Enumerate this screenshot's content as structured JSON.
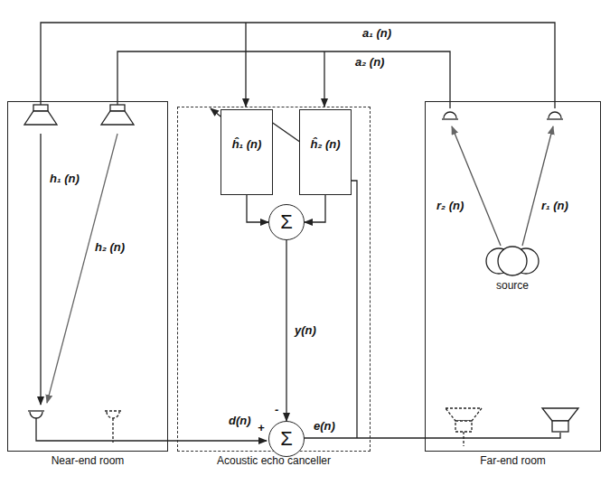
{
  "diagram": {
    "nodes": [
      {
        "text": [
          "Near-end room"
        ]
      },
      {
        "text": [
          "Acoustic echo canceller"
        ]
      },
      {
        "text": [
          "ĥ₁ (n)"
        ],
        "in": 1
      },
      {
        "text": [
          "ĥ₂ (n)"
        ],
        "in": 1
      },
      {
        "text": [
          "Σ"
        ],
        "in": 1
      },
      {
        "text": [
          "Σ"
        ],
        "in": 1
      },
      {
        "text": [
          "Far-end room"
        ]
      },
      {
        "text": [
          "source"
        ],
        "in": 6
      }
    ],
    "edges": [
      {
        "from": 2,
        "to": 4,
        "arrow": "to"
      },
      {
        "from": 3,
        "to": 4,
        "arrow": "to"
      },
      {
        "from": 4,
        "to": 5,
        "label": "y(n)",
        "arrow": "to"
      }
    ],
    "labels": [
      "a₁ (n)",
      "a₂ (n)",
      "h₁ (n)",
      "h₂ (n)",
      "r₂ (n)",
      "r₁ (n)",
      "-",
      "+",
      "d(n)",
      "e(n)"
    ]
  }
}
